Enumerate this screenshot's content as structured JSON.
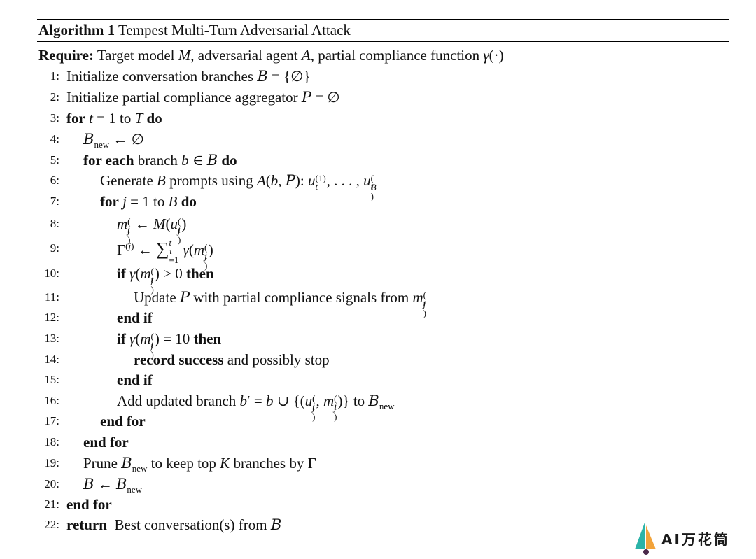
{
  "algorithm": {
    "label": "Algorithm 1",
    "title": "Tempest Multi-Turn Adversarial Attack",
    "require_label": "Require:",
    "require_text_a": "Target model",
    "require_text_b": ", adversarial agent",
    "require_text_c": ", partial compliance function",
    "lines": [
      {
        "num": "1:"
      },
      {
        "num": "2:"
      },
      {
        "num": "3:"
      },
      {
        "num": "4:"
      },
      {
        "num": "5:"
      },
      {
        "num": "6:"
      },
      {
        "num": "7:"
      },
      {
        "num": "8:"
      },
      {
        "num": "9:"
      },
      {
        "num": "10:"
      },
      {
        "num": "11:"
      },
      {
        "num": "12:"
      },
      {
        "num": "13:"
      },
      {
        "num": "14:"
      },
      {
        "num": "15:"
      },
      {
        "num": "16:"
      },
      {
        "num": "17:"
      },
      {
        "num": "18:"
      },
      {
        "num": "19:"
      },
      {
        "num": "20:"
      },
      {
        "num": "21:"
      },
      {
        "num": "22:"
      }
    ],
    "text": {
      "init_branches": "Initialize conversation branches",
      "init_agg": "Initialize partial compliance aggregator",
      "kw_for": "for",
      "kw_to": "to",
      "kw_do": "do",
      "kw_for_each": "for each",
      "branch": "branch",
      "generate": "Generate",
      "prompts_using": "prompts using",
      "kw_if": "if",
      "kw_then": "then",
      "update": "Update",
      "update_rest": "with partial compliance signals from",
      "kw_end_if": "end if",
      "record_success": "record success",
      "possibly_stop": "and possibly stop",
      "add_updated": "Add updated branch",
      "kw_end_for": "end for",
      "prune": "Prune",
      "keep_top": "to keep top",
      "branches_by": "branches by",
      "kw_return": "return",
      "best_conv": "Best conversation(s) from",
      "sub_new": "new"
    }
  },
  "watermark": {
    "text": "AI万花筒",
    "icon": "sail-logo-icon",
    "colors": {
      "teal": "#2bb3a8",
      "orange": "#f2a33a",
      "dark": "#1a1a1a"
    }
  }
}
